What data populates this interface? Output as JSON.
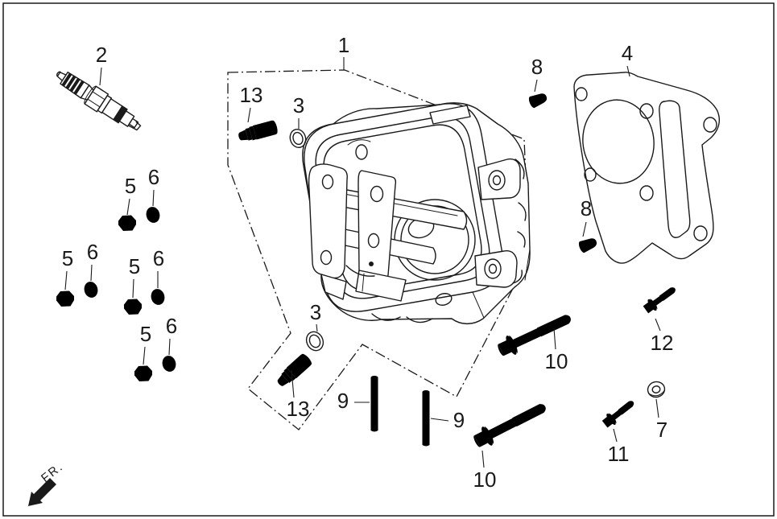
{
  "colors": {
    "line": "#1a1a1a",
    "background": "#ffffff"
  },
  "direction_indicator": {
    "label": "FR."
  },
  "callouts": {
    "c1": "1",
    "c2": "2",
    "c13_top": "13",
    "c3_top": "3",
    "c8_top": "8",
    "c4": "4",
    "c5_a": "5",
    "c6_a": "6",
    "c5_b": "5",
    "c6_b": "6",
    "c5_c": "5",
    "c6_c": "6",
    "c5_d": "5",
    "c6_d": "6",
    "c13_bottom": "13",
    "c3_bottom": "3",
    "c9_left": "9",
    "c9_right": "9",
    "c10_top": "10",
    "c10_bottom": "10",
    "c11": "11",
    "c12": "12",
    "c7": "7",
    "c8_bottom": "8"
  }
}
